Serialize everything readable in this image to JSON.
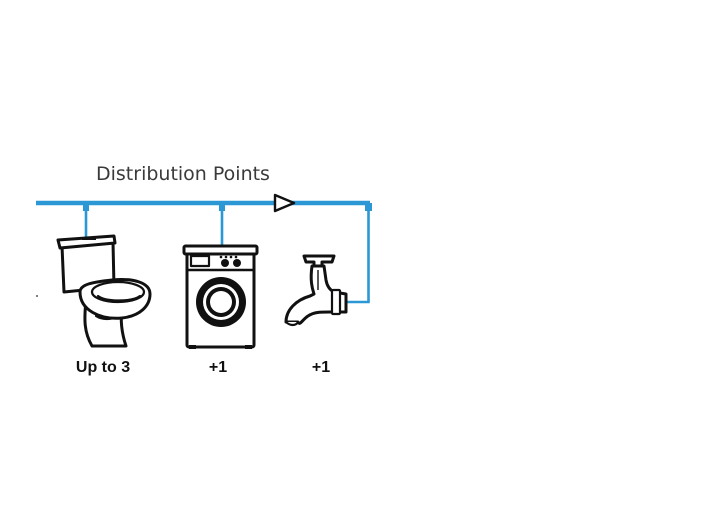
{
  "diagram": {
    "title": "Distribution Points",
    "pipe_color": "#2b97d4",
    "fixtures": [
      {
        "icon": "toilet-icon",
        "label": "Up to 3"
      },
      {
        "icon": "washing-machine-icon",
        "label": "+1"
      },
      {
        "icon": "tap-icon",
        "label": "+1"
      }
    ]
  }
}
